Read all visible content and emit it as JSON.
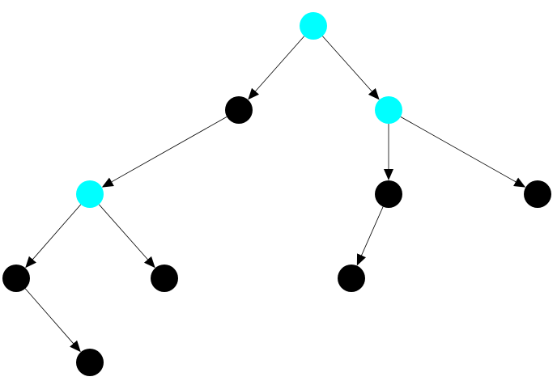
{
  "diagram": {
    "type": "directed-tree",
    "colors": {
      "background": "#ffffff",
      "edge": "#000000",
      "arrowhead": "#000000",
      "highlight_node": "#00ffff",
      "normal_node": "#000000"
    },
    "nodes": [
      {
        "id": "root",
        "highlighted": true
      },
      {
        "id": "left",
        "highlighted": false
      },
      {
        "id": "right",
        "highlighted": true
      },
      {
        "id": "left-left",
        "highlighted": true
      },
      {
        "id": "right-left",
        "highlighted": false
      },
      {
        "id": "right-right",
        "highlighted": false
      },
      {
        "id": "lll",
        "highlighted": false
      },
      {
        "id": "llr",
        "highlighted": false
      },
      {
        "id": "rll",
        "highlighted": false
      },
      {
        "id": "llll",
        "highlighted": false
      }
    ],
    "edges": [
      {
        "from": "root",
        "to": "left"
      },
      {
        "from": "root",
        "to": "right"
      },
      {
        "from": "left",
        "to": "left-left"
      },
      {
        "from": "right",
        "to": "right-left"
      },
      {
        "from": "right",
        "to": "right-right"
      },
      {
        "from": "left-left",
        "to": "lll"
      },
      {
        "from": "left-left",
        "to": "llr"
      },
      {
        "from": "right-left",
        "to": "rll"
      },
      {
        "from": "lll",
        "to": "llll"
      }
    ]
  }
}
